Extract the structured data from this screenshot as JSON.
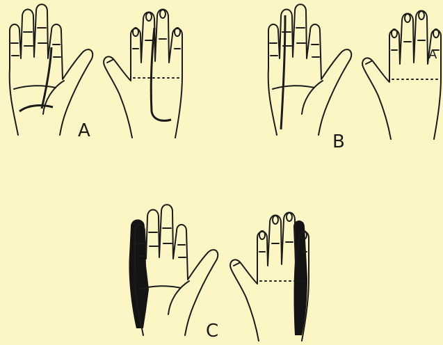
{
  "labels": {
    "panel_a": "A",
    "panel_b": "B",
    "panel_c": "C",
    "panel_b_marker": "A"
  },
  "colors": {
    "background": "#fbf6c4",
    "ink": "#1b1b1b",
    "shade": "#141414"
  }
}
